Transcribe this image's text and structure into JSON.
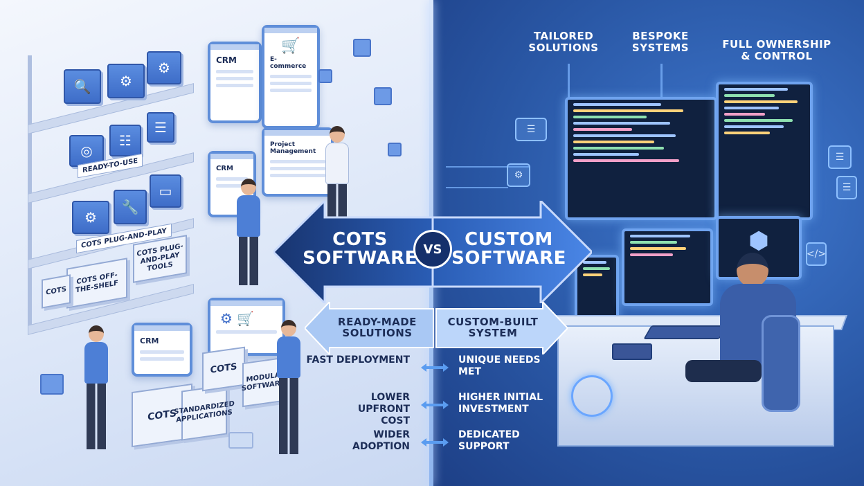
{
  "left": {
    "shelf_tags": {
      "ready": "READY-TO-USE",
      "plug": "COTS PLUG-AND-PLAY"
    },
    "boxes": {
      "off_shelf": "COTS OFF-THE-SHELF",
      "cots": "COTS",
      "plug_tools": "COTS PLUG-AND-PLAY TOOLS",
      "standardized": "STANDARDIZED APPLICATIONS",
      "floor_cots": "COTS",
      "modular": "MODULA SOFTWARE"
    },
    "screens": {
      "crm_top": "CRM",
      "ecommerce": "E-commerce",
      "crm_mid": "CRM",
      "project": "Project Management",
      "crm_low": "CRM"
    }
  },
  "right": {
    "headers": [
      "TAILORED SOLUTIONS",
      "BESPOKE SYSTEMS",
      "FULL OWNERSHIP & CONTROL"
    ]
  },
  "center": {
    "main_left": "COTS SOFTWARE",
    "main_right": "CUSTOM SOFTWARE",
    "vs": "VS",
    "sub_left": "READY-MADE SOLUTIONS",
    "sub_right": "CUSTOM-BUILT SYSTEM",
    "comparisons": [
      {
        "left": "FAST DEPLOYMENT",
        "right": "UNIQUE NEEDS MET"
      },
      {
        "left": "LOWER UPFRONT COST",
        "right": "HIGHER INITIAL INVESTMENT"
      },
      {
        "left": "WIDER ADOPTION",
        "right": "DEDICATED SUPPORT"
      }
    ]
  },
  "colors": {
    "navy": "#15306b",
    "accent": "#4d7fd6",
    "glow": "#7fb7ff"
  }
}
